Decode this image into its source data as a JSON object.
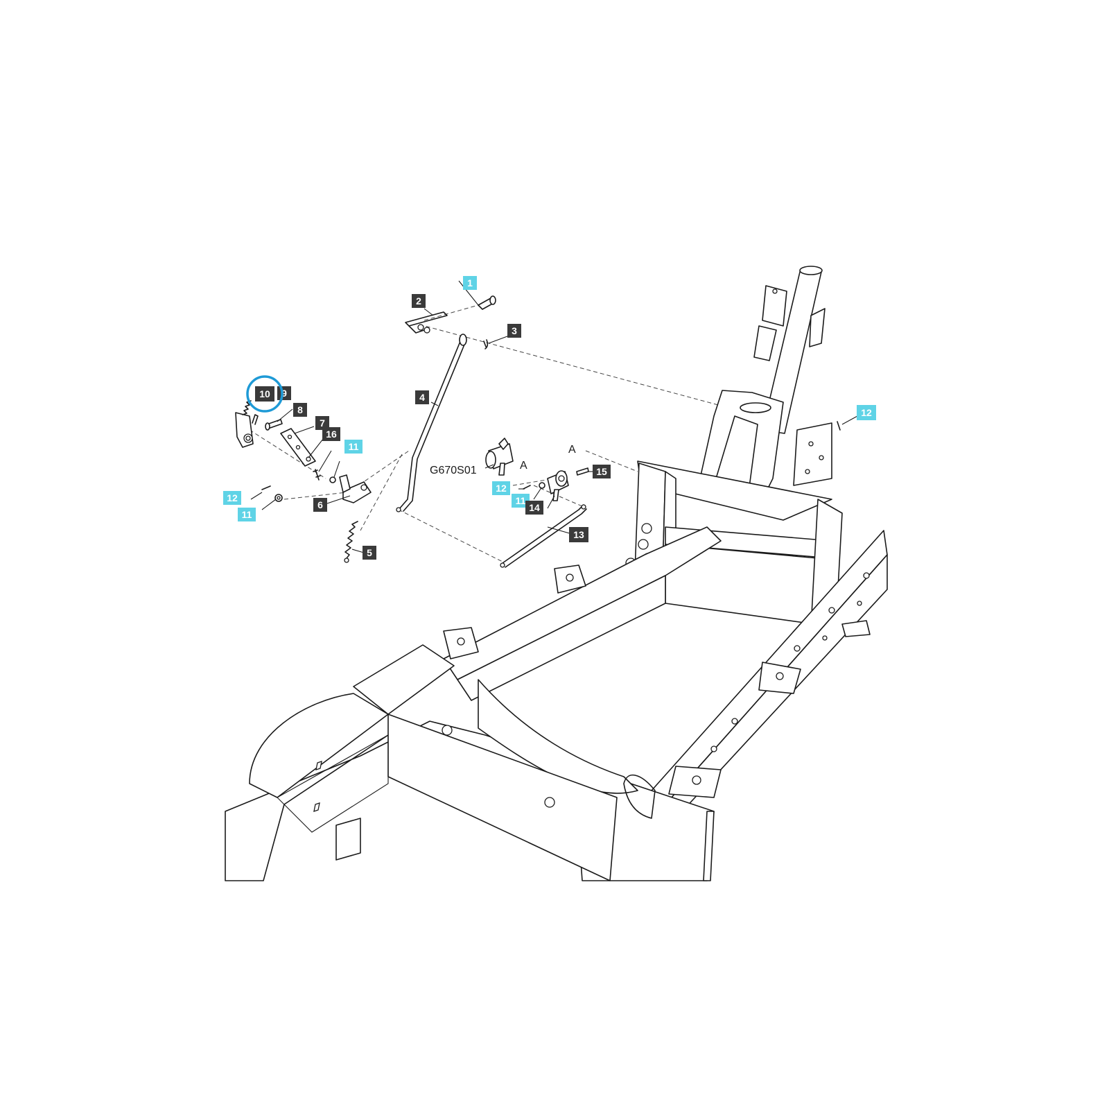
{
  "diagram": {
    "callouts": [
      {
        "id": "c1",
        "label": "1",
        "style": "cyan"
      },
      {
        "id": "c2",
        "label": "2",
        "style": "dark"
      },
      {
        "id": "c3",
        "label": "3",
        "style": "dark"
      },
      {
        "id": "c4",
        "label": "4",
        "style": "dark"
      },
      {
        "id": "c5",
        "label": "5",
        "style": "dark"
      },
      {
        "id": "c6",
        "label": "6",
        "style": "dark"
      },
      {
        "id": "c7",
        "label": "7",
        "style": "dark"
      },
      {
        "id": "c8",
        "label": "8",
        "style": "dark"
      },
      {
        "id": "c9",
        "label": "9",
        "style": "dark"
      },
      {
        "id": "c10",
        "label": "10",
        "style": "dark",
        "highlighted": true
      },
      {
        "id": "c11a",
        "label": "11",
        "style": "cyan"
      },
      {
        "id": "c11b",
        "label": "11",
        "style": "cyan"
      },
      {
        "id": "c11c",
        "label": "11",
        "style": "cyan"
      },
      {
        "id": "c12a",
        "label": "12",
        "style": "cyan"
      },
      {
        "id": "c12b",
        "label": "12",
        "style": "cyan"
      },
      {
        "id": "c12c",
        "label": "12",
        "style": "cyan"
      },
      {
        "id": "c13",
        "label": "13",
        "style": "dark"
      },
      {
        "id": "c14",
        "label": "14",
        "style": "dark"
      },
      {
        "id": "c15",
        "label": "15",
        "style": "dark"
      },
      {
        "id": "c16",
        "label": "16",
        "style": "dark"
      }
    ],
    "ref_labels": {
      "a1": "A",
      "a2": "A",
      "part_code": "G670S01"
    },
    "colors": {
      "dark_tag": "#3a3a3a",
      "cyan_tag": "#5fd3e6",
      "highlight_ring": "#1e9ad6",
      "line": "#1a1a1a"
    }
  }
}
